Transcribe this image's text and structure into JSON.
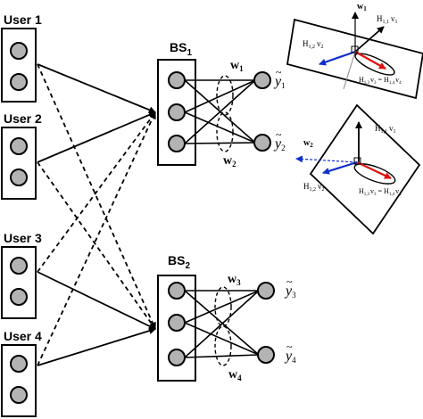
{
  "users": [
    {
      "label": "User 1"
    },
    {
      "label": "User 2"
    },
    {
      "label": "User 3"
    },
    {
      "label": "User 4"
    }
  ],
  "base_stations": [
    {
      "prefix": "BS",
      "index": "1"
    },
    {
      "prefix": "BS",
      "index": "2"
    }
  ],
  "weights": [
    {
      "letter": "w",
      "index": "1"
    },
    {
      "letter": "w",
      "index": "2"
    },
    {
      "letter": "w",
      "index": "3"
    },
    {
      "letter": "w",
      "index": "4"
    }
  ],
  "outputs": [
    {
      "letter": "y",
      "index": "1"
    },
    {
      "letter": "y",
      "index": "2"
    },
    {
      "letter": "y",
      "index": "3"
    },
    {
      "letter": "y",
      "index": "4"
    }
  ],
  "subspace_panels": [
    {
      "w": {
        "letter": "w",
        "index": "1"
      },
      "h_upper": {
        "text": "H",
        "sub1": "1,1",
        "v": "v",
        "sub2": "1"
      },
      "h_left": {
        "text": "H",
        "sub1": "1,2",
        "v": "v",
        "sub2": "2"
      },
      "h_lower": {
        "text": "H",
        "sub1": "1,3",
        "v": "v",
        "sub2": "3",
        "eq": "=",
        "text2": "H",
        "sub3": "1,4",
        "v2": "v",
        "sub4": "4"
      }
    },
    {
      "w": {
        "letter": "w",
        "index": "2"
      },
      "h_upper": {
        "text": "H",
        "sub1": "1,1",
        "v": "v",
        "sub2": "1"
      },
      "h_left": {
        "text": "H",
        "sub1": "1,2",
        "v": "v",
        "sub2": "2"
      },
      "h_lower": {
        "text": "H",
        "sub1": "1,3",
        "v": "v",
        "sub2": "3",
        "eq": "=",
        "text2": "H",
        "sub3": "1,4",
        "v2": "v",
        "sub4": "4"
      }
    }
  ],
  "colors": {
    "stroke": "#000000",
    "node_fill": "#b3b3b3",
    "red_arrow": "#e01010",
    "blue_arrow": "#1030d0"
  }
}
